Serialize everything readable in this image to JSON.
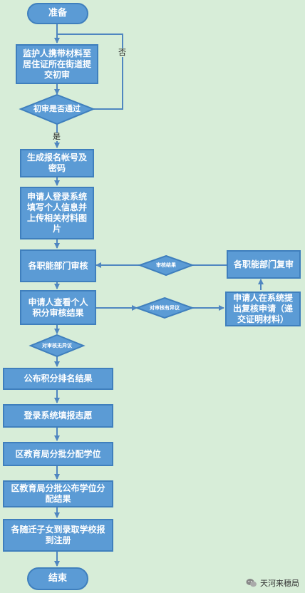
{
  "nodes": {
    "start": "准备",
    "submit_materials": "监护人携带材料至居住证所在街道提交初审",
    "first_review_decision": "初审是否通过",
    "generate_account": "生成报名帐号及密码",
    "applicant_login": "申请人登录系统填写个人信息并上传相关材料图片",
    "dept_review": "各职能部门审核",
    "dept_recheck": "各职能部门复审",
    "review_result_diamond": "审核结果",
    "view_score": "申请人查看个人积分审核结果",
    "objection_diamond": "对审核有异议",
    "apply_recheck": "申请人在系统提出复核申请（递交证明材料）",
    "no_objection_diamond": "对审核无异议",
    "publish_ranking": "公布积分排名结果",
    "fill_preferences": "登录系统填报志愿",
    "district_allocate": "区教育局分批分配学位",
    "district_publish": "区教育局分批公布学位分配结果",
    "enroll": "各随迁子女到录取学校报到注册",
    "end": "结束"
  },
  "edge_labels": {
    "no": "否",
    "yes": "是"
  },
  "watermark": {
    "text": "天河来穗局",
    "icon": "wechat-icon"
  },
  "colors": {
    "background": "#d7edd8",
    "node_fill": "#5b9bd5",
    "node_border": "#3f7fbd",
    "line": "#4f86c0"
  }
}
